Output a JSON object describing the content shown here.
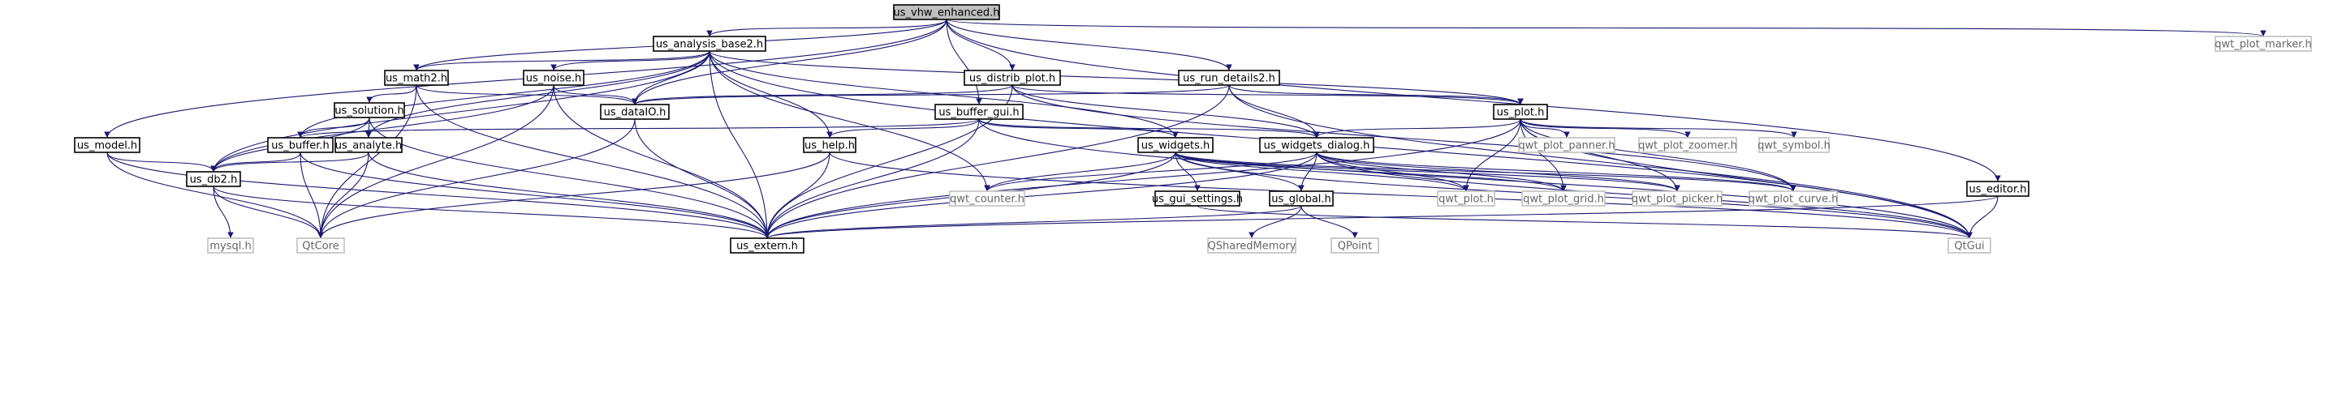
{
  "colors": {
    "edge": "#191970",
    "node_border": "#000000",
    "node_fill": "#ffffff",
    "root_fill": "#bfbfbf",
    "external_border": "#bfbfbf",
    "external_text": "#666666",
    "text": "#000000"
  },
  "nodes": [
    {
      "id": "vhw",
      "label": "us_vhw_enhanced.h",
      "type": "root"
    },
    {
      "id": "analysis",
      "label": "us_analysis_base2.h",
      "type": "internal"
    },
    {
      "id": "marker",
      "label": "qwt_plot_marker.h",
      "type": "external"
    },
    {
      "id": "math2",
      "label": "us_math2.h",
      "type": "internal"
    },
    {
      "id": "noise",
      "label": "us_noise.h",
      "type": "internal"
    },
    {
      "id": "distrib",
      "label": "us_distrib_plot.h",
      "type": "internal"
    },
    {
      "id": "rundetails",
      "label": "us_run_details2.h",
      "type": "internal"
    },
    {
      "id": "solution",
      "label": "us_solution.h",
      "type": "internal"
    },
    {
      "id": "dataio",
      "label": "us_dataIO.h",
      "type": "internal"
    },
    {
      "id": "buffergui",
      "label": "us_buffer_gui.h",
      "type": "internal"
    },
    {
      "id": "plot",
      "label": "us_plot.h",
      "type": "internal"
    },
    {
      "id": "model",
      "label": "us_model.h",
      "type": "internal"
    },
    {
      "id": "buffer",
      "label": "us_buffer.h",
      "type": "internal"
    },
    {
      "id": "analyte",
      "label": "us_analyte.h",
      "type": "internal"
    },
    {
      "id": "help",
      "label": "us_help.h",
      "type": "internal"
    },
    {
      "id": "widgets",
      "label": "us_widgets.h",
      "type": "internal"
    },
    {
      "id": "wdialog",
      "label": "us_widgets_dialog.h",
      "type": "internal"
    },
    {
      "id": "panner",
      "label": "qwt_plot_panner.h",
      "type": "external"
    },
    {
      "id": "zoomer",
      "label": "qwt_plot_zoomer.h",
      "type": "external"
    },
    {
      "id": "symbol",
      "label": "qwt_symbol.h",
      "type": "external"
    },
    {
      "id": "editor",
      "label": "us_editor.h",
      "type": "internal"
    },
    {
      "id": "db2",
      "label": "us_db2.h",
      "type": "internal"
    },
    {
      "id": "counter",
      "label": "qwt_counter.h",
      "type": "external"
    },
    {
      "id": "guisettings",
      "label": "us_gui_settings.h",
      "type": "internal"
    },
    {
      "id": "global",
      "label": "us_global.h",
      "type": "internal"
    },
    {
      "id": "qwtplot",
      "label": "qwt_plot.h",
      "type": "external"
    },
    {
      "id": "grid",
      "label": "qwt_plot_grid.h",
      "type": "external"
    },
    {
      "id": "picker",
      "label": "qwt_plot_picker.h",
      "type": "external"
    },
    {
      "id": "curve",
      "label": "qwt_plot_curve.h",
      "type": "external"
    },
    {
      "id": "mysql",
      "label": "mysql.h",
      "type": "external"
    },
    {
      "id": "qtcore",
      "label": "QtCore",
      "type": "external"
    },
    {
      "id": "extern",
      "label": "us_extern.h",
      "type": "internal"
    },
    {
      "id": "qshm",
      "label": "QSharedMemory",
      "type": "external"
    },
    {
      "id": "qpoint",
      "label": "QPoint",
      "type": "external"
    },
    {
      "id": "qtgui",
      "label": "QtGui",
      "type": "external"
    }
  ],
  "edges": [
    [
      "vhw",
      "analysis"
    ],
    [
      "vhw",
      "marker"
    ],
    [
      "vhw",
      "math2"
    ],
    [
      "vhw",
      "distrib"
    ],
    [
      "vhw",
      "rundetails"
    ],
    [
      "vhw",
      "dataio"
    ],
    [
      "vhw",
      "buffergui"
    ],
    [
      "vhw",
      "model"
    ],
    [
      "vhw",
      "editor"
    ],
    [
      "analysis",
      "math2"
    ],
    [
      "analysis",
      "noise"
    ],
    [
      "analysis",
      "dataio"
    ],
    [
      "analysis",
      "buffer"
    ],
    [
      "analysis",
      "analyte"
    ],
    [
      "analysis",
      "help"
    ],
    [
      "analysis",
      "widgets"
    ],
    [
      "analysis",
      "plot"
    ],
    [
      "analysis",
      "db2"
    ],
    [
      "analysis",
      "counter"
    ],
    [
      "analysis",
      "extern"
    ],
    [
      "analysis",
      "qtgui"
    ],
    [
      "math2",
      "solution"
    ],
    [
      "math2",
      "dataio"
    ],
    [
      "math2",
      "extern"
    ],
    [
      "math2",
      "qtcore"
    ],
    [
      "noise",
      "dataio"
    ],
    [
      "noise",
      "db2"
    ],
    [
      "noise",
      "extern"
    ],
    [
      "noise",
      "qtcore"
    ],
    [
      "distrib",
      "dataio"
    ],
    [
      "distrib",
      "plot"
    ],
    [
      "distrib",
      "wdialog"
    ],
    [
      "distrib",
      "extern"
    ],
    [
      "distrib",
      "curve"
    ],
    [
      "rundetails",
      "dataio"
    ],
    [
      "rundetails",
      "plot"
    ],
    [
      "rundetails",
      "wdialog"
    ],
    [
      "rundetails",
      "extern"
    ],
    [
      "rundetails",
      "qtgui"
    ],
    [
      "solution",
      "buffer"
    ],
    [
      "solution",
      "analyte"
    ],
    [
      "solution",
      "db2"
    ],
    [
      "solution",
      "extern"
    ],
    [
      "dataio",
      "extern"
    ],
    [
      "dataio",
      "qtcore"
    ],
    [
      "buffergui",
      "buffer"
    ],
    [
      "buffergui",
      "help"
    ],
    [
      "buffergui",
      "widgets"
    ],
    [
      "buffergui",
      "wdialog"
    ],
    [
      "buffergui",
      "extern"
    ],
    [
      "buffergui",
      "qtgui"
    ],
    [
      "plot",
      "wdialog"
    ],
    [
      "plot",
      "panner"
    ],
    [
      "plot",
      "zoomer"
    ],
    [
      "plot",
      "symbol"
    ],
    [
      "plot",
      "qwtplot"
    ],
    [
      "plot",
      "grid"
    ],
    [
      "plot",
      "picker"
    ],
    [
      "plot",
      "curve"
    ],
    [
      "plot",
      "extern"
    ],
    [
      "plot",
      "qtgui"
    ],
    [
      "model",
      "db2"
    ],
    [
      "model",
      "extern"
    ],
    [
      "model",
      "qtcore"
    ],
    [
      "buffer",
      "db2"
    ],
    [
      "buffer",
      "extern"
    ],
    [
      "buffer",
      "qtcore"
    ],
    [
      "analyte",
      "db2"
    ],
    [
      "analyte",
      "extern"
    ],
    [
      "analyte",
      "qtcore"
    ],
    [
      "help",
      "extern"
    ],
    [
      "help",
      "qtcore"
    ],
    [
      "help",
      "qtgui"
    ],
    [
      "widgets",
      "counter"
    ],
    [
      "widgets",
      "guisettings"
    ],
    [
      "widgets",
      "global"
    ],
    [
      "widgets",
      "qwtplot"
    ],
    [
      "widgets",
      "grid"
    ],
    [
      "widgets",
      "picker"
    ],
    [
      "widgets",
      "curve"
    ],
    [
      "widgets",
      "extern"
    ],
    [
      "widgets",
      "qtgui"
    ],
    [
      "wdialog",
      "global"
    ],
    [
      "wdialog",
      "qwtplot"
    ],
    [
      "wdialog",
      "counter"
    ],
    [
      "wdialog",
      "grid"
    ],
    [
      "wdialog",
      "picker"
    ],
    [
      "wdialog",
      "curve"
    ],
    [
      "wdialog",
      "extern"
    ],
    [
      "wdialog",
      "qtgui"
    ],
    [
      "editor",
      "extern"
    ],
    [
      "editor",
      "qtgui"
    ],
    [
      "db2",
      "mysql"
    ],
    [
      "db2",
      "qtcore"
    ],
    [
      "db2",
      "extern"
    ],
    [
      "guisettings",
      "qtgui"
    ],
    [
      "global",
      "qshm"
    ],
    [
      "global",
      "qpoint"
    ],
    [
      "global",
      "extern"
    ]
  ]
}
